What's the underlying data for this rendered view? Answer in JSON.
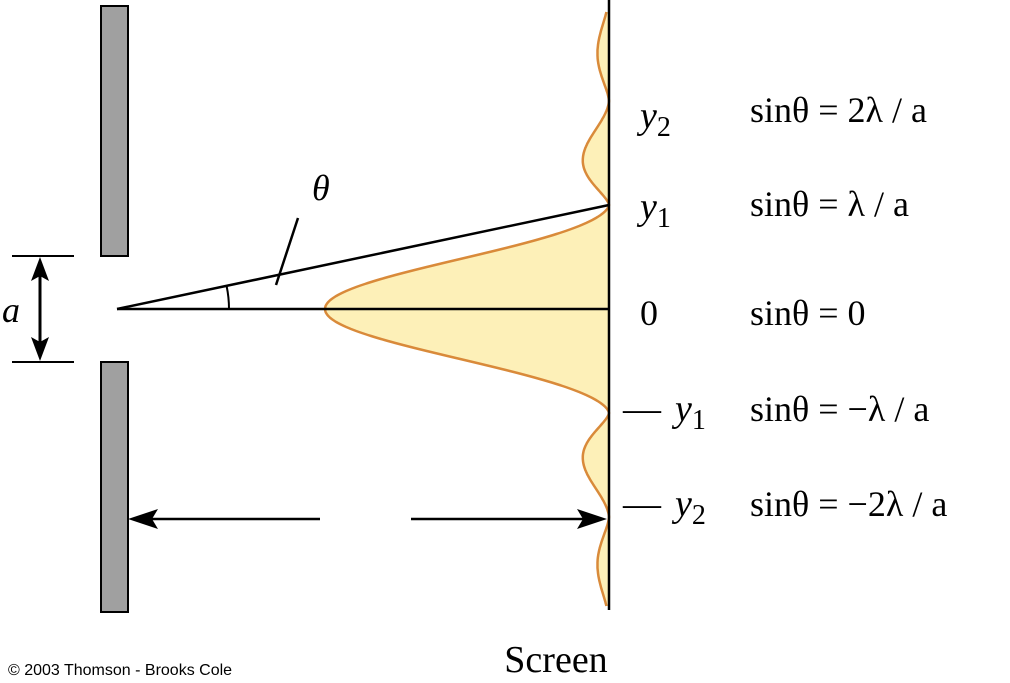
{
  "labels": {
    "theta": "θ",
    "slit_width": "a",
    "screen": "Screen",
    "zero": "0",
    "copyright": "© 2003 Thomson - Brooks Cole"
  },
  "positions": [
    {
      "dash": "",
      "var": "y",
      "sub": "2",
      "eq": "sinθ = 2λ / a"
    },
    {
      "dash": "",
      "var": "y",
      "sub": "1",
      "eq": "sinθ = λ / a"
    },
    {
      "dash": "",
      "var": "",
      "sub": "",
      "eq": "sinθ = 0"
    },
    {
      "dash": "—",
      "var": "y",
      "sub": "1",
      "eq": "sinθ = −λ / a"
    },
    {
      "dash": "—",
      "var": "y",
      "sub": "2",
      "eq": "sinθ = −2λ / a"
    }
  ],
  "colors": {
    "barrier": "#a0a0a0",
    "pattern_fill": "#fdf0b8",
    "pattern_stroke": "#d98a3a",
    "ink": "#000000"
  }
}
